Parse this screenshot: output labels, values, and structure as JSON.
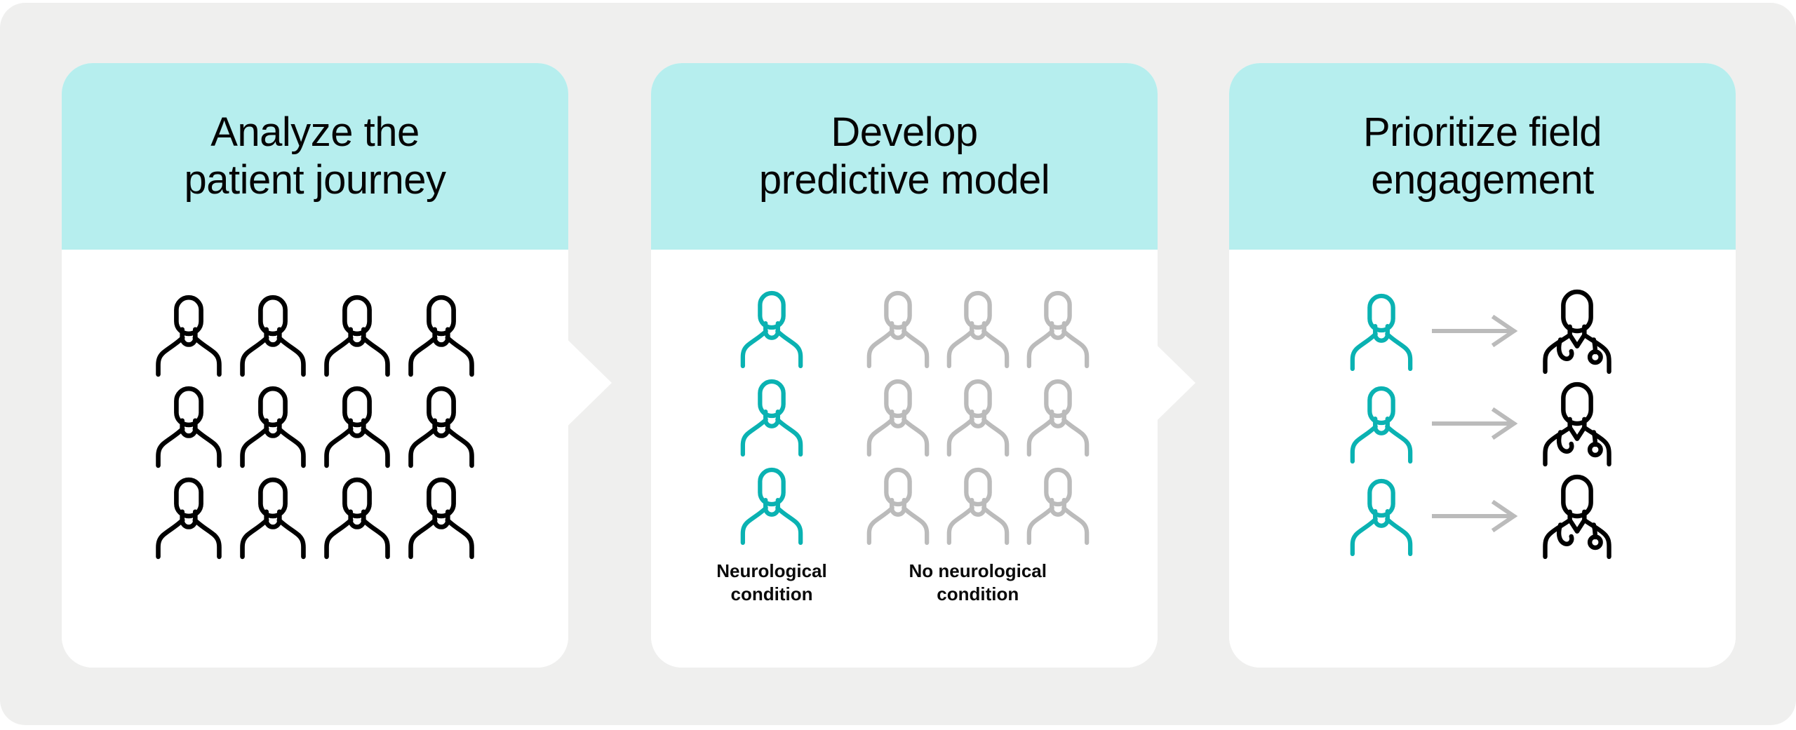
{
  "theme": {
    "page_background": "#FFFFFF",
    "panel_background": "#EFEFEE",
    "card_background": "#FFFFFF",
    "header_background": "#B6EEEE",
    "title_color": "#050505",
    "accent_teal": "#0AB2B2",
    "neutral_gray": "#BBBBBB",
    "icon_black": "#000000",
    "arrow_gray": "#BBBBBB"
  },
  "cards": [
    {
      "id": "analyze-patient-journey",
      "title": "Analyze the\npatient journey",
      "icon_name": "person-icon",
      "icon_color": "#000000",
      "grid": {
        "columns": 4,
        "rows": 3,
        "count": 12
      }
    },
    {
      "id": "develop-predictive-model",
      "title": "Develop\npredictive model",
      "groups": [
        {
          "id": "neurological-condition",
          "label": "Neurological\ncondition",
          "icon_name": "person-icon",
          "icon_color": "#0AB2B2",
          "columns": 1,
          "rows": 3,
          "count": 3
        },
        {
          "id": "no-neurological-condition",
          "label": "No neurological\ncondition",
          "icon_name": "person-icon",
          "icon_color": "#BBBBBB",
          "columns": 3,
          "rows": 3,
          "count": 9
        }
      ]
    },
    {
      "id": "prioritize-field-engagement",
      "title": "Prioritize field\nengagement",
      "flows": [
        {
          "from_icon": "person-icon",
          "from_color": "#0AB2B2",
          "connector_icon": "arrow-right-icon",
          "connector_color": "#BBBBBB",
          "to_icon": "doctor-icon",
          "to_color": "#000000"
        },
        {
          "from_icon": "person-icon",
          "from_color": "#0AB2B2",
          "connector_icon": "arrow-right-icon",
          "connector_color": "#BBBBBB",
          "to_icon": "doctor-icon",
          "to_color": "#000000"
        },
        {
          "from_icon": "person-icon",
          "from_color": "#0AB2B2",
          "connector_icon": "arrow-right-icon",
          "connector_color": "#BBBBBB",
          "to_icon": "doctor-icon",
          "to_color": "#000000"
        }
      ]
    }
  ],
  "separators": [
    {
      "id": "chevron-1",
      "icon_name": "chevron-right-separator-icon",
      "color": "#FFFFFF"
    },
    {
      "id": "chevron-2",
      "icon_name": "chevron-right-separator-icon",
      "color": "#FFFFFF"
    }
  ]
}
